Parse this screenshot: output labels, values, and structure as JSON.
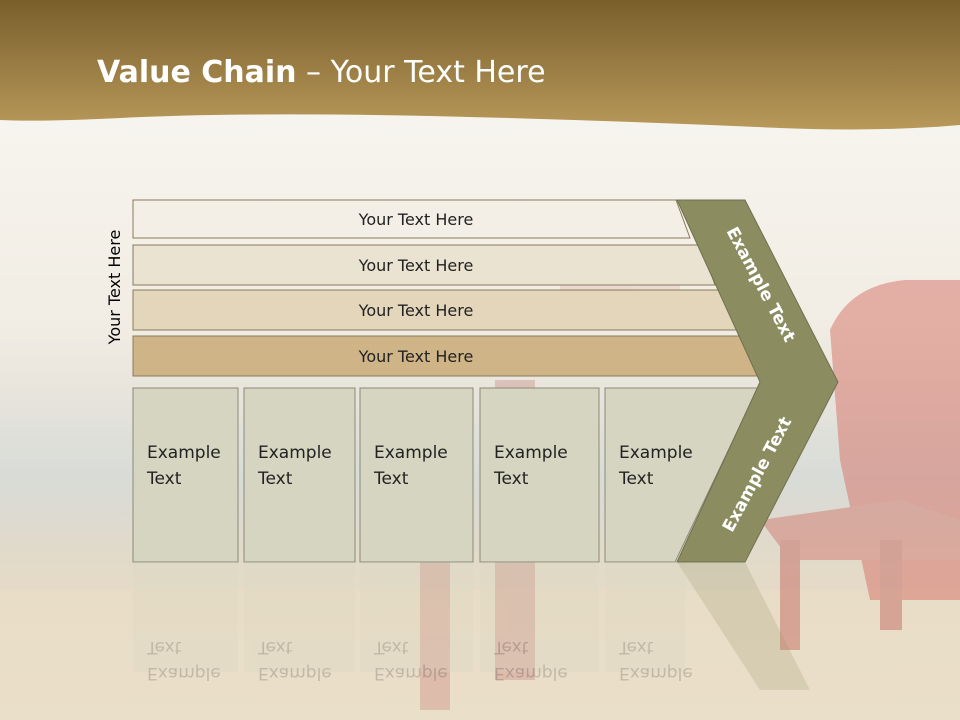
{
  "title": {
    "bold": "Value Chain",
    "rest": " – Your Text Here"
  },
  "vertical_label": "Your Text Here",
  "rows": [
    "Your Text Here",
    "Your Text Here",
    "Your Text Here",
    "Your Text Here"
  ],
  "boxes": [
    [
      "Example",
      "Text"
    ],
    [
      "Example",
      "Text"
    ],
    [
      "Example",
      "Text"
    ],
    [
      "Example",
      "Text"
    ],
    [
      "Example",
      "Text"
    ]
  ],
  "arrow_labels": [
    "Example Text",
    "Example Text"
  ],
  "colors": {
    "header_gold": "#a98946",
    "row_fills": [
      "#f3efe6",
      "#ebe3d1",
      "#e3d6bb",
      "#cfb487"
    ],
    "box_fill": "#d5d5c1",
    "arrow_fill": "#8b8c60"
  }
}
